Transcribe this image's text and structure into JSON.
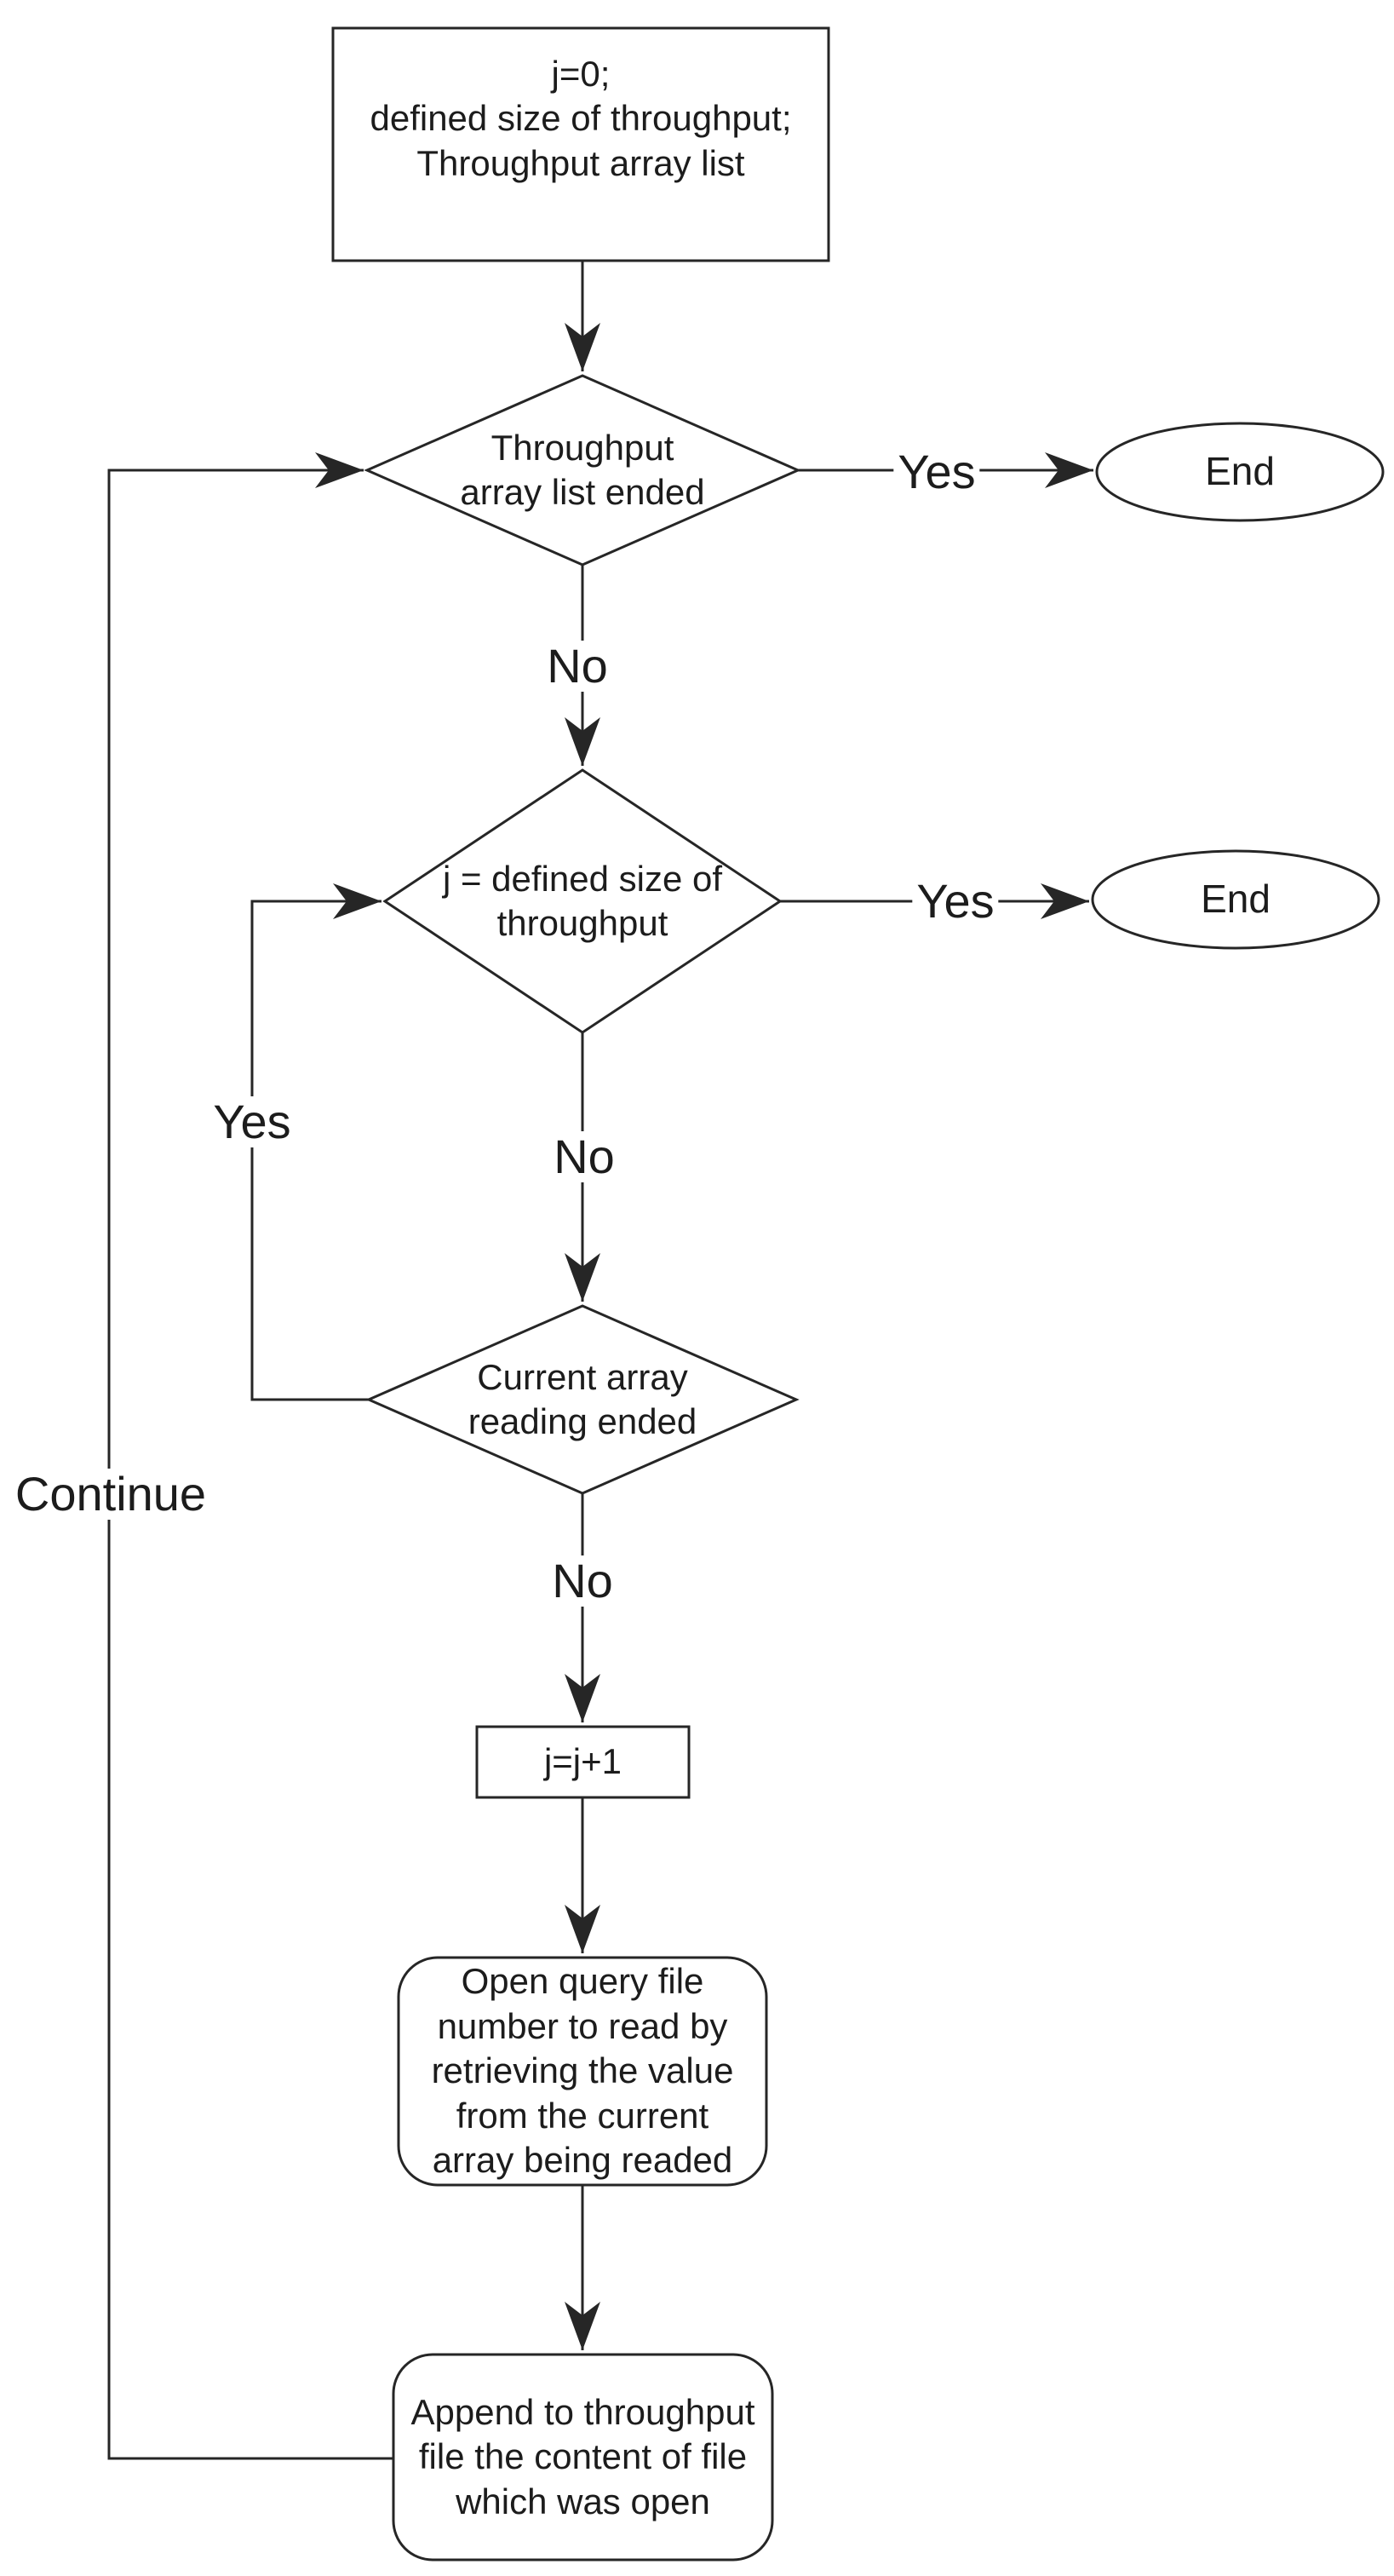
{
  "diagram": {
    "title": "throughput file reading flowchart",
    "background_color": "#ffffff",
    "line_color": "#262626",
    "text_color": "#1c1c1c"
  },
  "nodes": {
    "start": {
      "shape": "rectangle",
      "text": "j=0;\ndefined size of throughput;\nThroughput array list"
    },
    "check_array_list": {
      "shape": "diamond",
      "text": "Throughput\narray list ended"
    },
    "end_top": {
      "shape": "ellipse",
      "text": "End"
    },
    "check_j_size": {
      "shape": "diamond",
      "text": "j = defined size of\nthroughput"
    },
    "end_middle": {
      "shape": "ellipse",
      "text": "End"
    },
    "check_current_array": {
      "shape": "diamond",
      "text": "Current array\nreading ended"
    },
    "increment_j": {
      "shape": "rectangle",
      "text": "j=j+1"
    },
    "open_query_file": {
      "shape": "rounded-rectangle",
      "text": "Open query file\nnumber to read by\nretrieving the value\nfrom the current\narray being readed"
    },
    "append_throughput": {
      "shape": "rounded-rectangle",
      "text": "Append to throughput\nfile the content of file\nwhich was open"
    }
  },
  "edge_labels": {
    "yes_top": "Yes",
    "no_top": "No",
    "yes_middle": "Yes",
    "no_middle": "No",
    "yes_loop": "Yes",
    "no_bottom": "No",
    "continue_loop": "Continue"
  },
  "edges": [
    {
      "from": "start",
      "to": "check_array_list",
      "label": ""
    },
    {
      "from": "check_array_list",
      "to": "end_top",
      "label": "Yes"
    },
    {
      "from": "check_array_list",
      "to": "check_j_size",
      "label": "No"
    },
    {
      "from": "check_j_size",
      "to": "end_middle",
      "label": "Yes"
    },
    {
      "from": "check_j_size",
      "to": "check_current_array",
      "label": "No"
    },
    {
      "from": "check_current_array",
      "to": "check_j_size",
      "label": "Yes"
    },
    {
      "from": "check_current_array",
      "to": "increment_j",
      "label": "No"
    },
    {
      "from": "increment_j",
      "to": "open_query_file",
      "label": ""
    },
    {
      "from": "open_query_file",
      "to": "append_throughput",
      "label": ""
    },
    {
      "from": "append_throughput",
      "to": "check_array_list",
      "label": "Continue"
    }
  ]
}
